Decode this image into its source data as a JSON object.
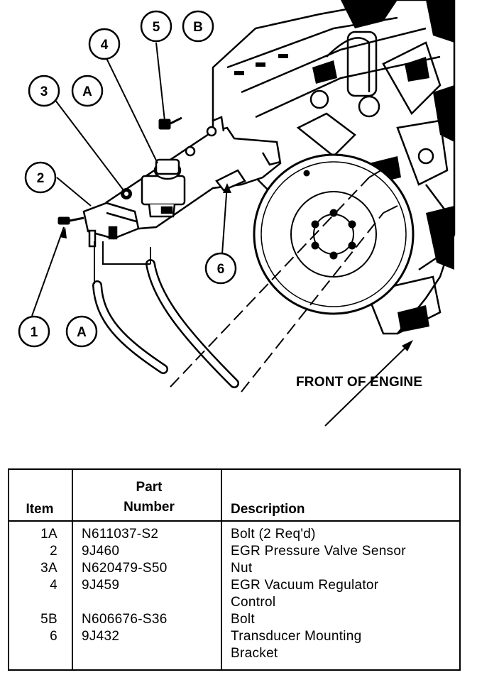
{
  "callouts": [
    {
      "id": "c1",
      "label": "1"
    },
    {
      "id": "c1a",
      "label": "A"
    },
    {
      "id": "c2",
      "label": "2"
    },
    {
      "id": "c3",
      "label": "3"
    },
    {
      "id": "c3a",
      "label": "A"
    },
    {
      "id": "c4",
      "label": "4"
    },
    {
      "id": "c5",
      "label": "5"
    },
    {
      "id": "c5b",
      "label": "B"
    },
    {
      "id": "c6",
      "label": "6"
    }
  ],
  "direction_label": "FRONT OF ENGINE",
  "table": {
    "headers": {
      "item": "Item",
      "part_number_line1": "Part",
      "part_number_line2": "Number",
      "description": "Description"
    },
    "rows": [
      {
        "item": "1A",
        "part_number": "N611037-S2",
        "description": [
          "Bolt (2 Req'd)"
        ]
      },
      {
        "item": "2",
        "part_number": "9J460",
        "description": [
          "EGR Pressure Valve Sensor"
        ]
      },
      {
        "item": "3A",
        "part_number": "N620479-S50",
        "description": [
          "Nut"
        ]
      },
      {
        "item": "4",
        "part_number": "9J459",
        "description": [
          "EGR Vacuum Regulator",
          "Control"
        ]
      },
      {
        "item": "5B",
        "part_number": "N606676-S36",
        "description": [
          "Bolt"
        ]
      },
      {
        "item": "6",
        "part_number": "9J432",
        "description": [
          "Transducer Mounting",
          "Bracket"
        ]
      }
    ]
  }
}
